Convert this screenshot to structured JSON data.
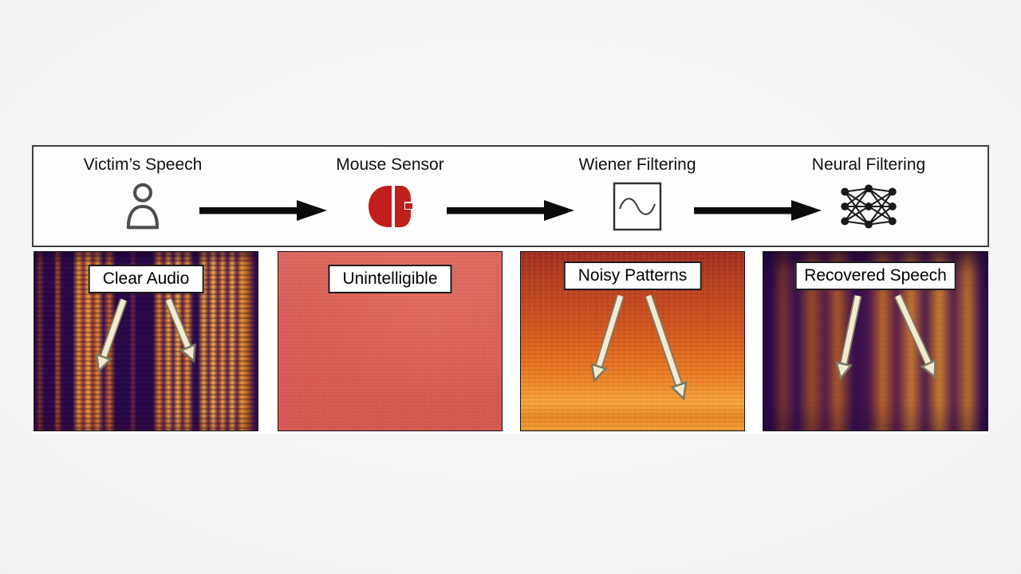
{
  "figure": {
    "pipeline": {
      "stages": [
        {
          "label": "Victim’s Speech",
          "icon": "person-icon"
        },
        {
          "label": "Mouse Sensor",
          "icon": "mouse-sensor-icon"
        },
        {
          "label": "Wiener Filtering",
          "icon": "sine-wave-box-icon"
        },
        {
          "label": "Neural Filtering",
          "icon": "neural-network-icon"
        }
      ],
      "connector": "arrow-right"
    },
    "spectrograms": [
      {
        "label": "Clear Audio",
        "annotation_arrow_count": 2
      },
      {
        "label": "Unintelligible",
        "annotation_arrow_count": 0
      },
      {
        "label": "Noisy Patterns",
        "annotation_arrow_count": 2
      },
      {
        "label": "Recovered Speech",
        "annotation_arrow_count": 2
      }
    ],
    "colors": {
      "mouse_icon_red": "#bf1f1d",
      "pipeline_arrow_black": "#0b0b0b",
      "annotation_arrow_fill": "#f4ead0",
      "annotation_arrow_outline": "#7a7a66",
      "spectrogram_dark_purple": "#2d0a4b",
      "spectrogram_orange": "#f2a035",
      "spectrogram_pink_noise": "#d85e55"
    }
  }
}
